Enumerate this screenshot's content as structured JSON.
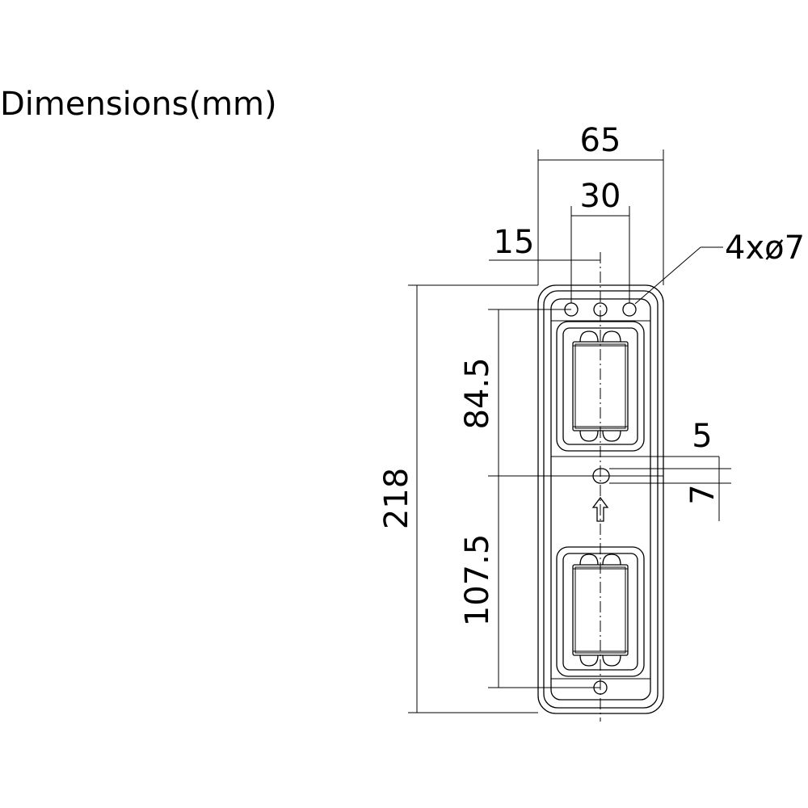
{
  "title": "Dimensions(mm)",
  "dimensions": {
    "overall_width": "65",
    "hole_pitch": "30",
    "hole_offset": "15",
    "holes_callout": "4xø7",
    "overall_height": "218",
    "upper_to_slot": "84.5",
    "slot_to_bottom_hole": "107.5",
    "slot_width": "5",
    "slot_length": "7"
  }
}
